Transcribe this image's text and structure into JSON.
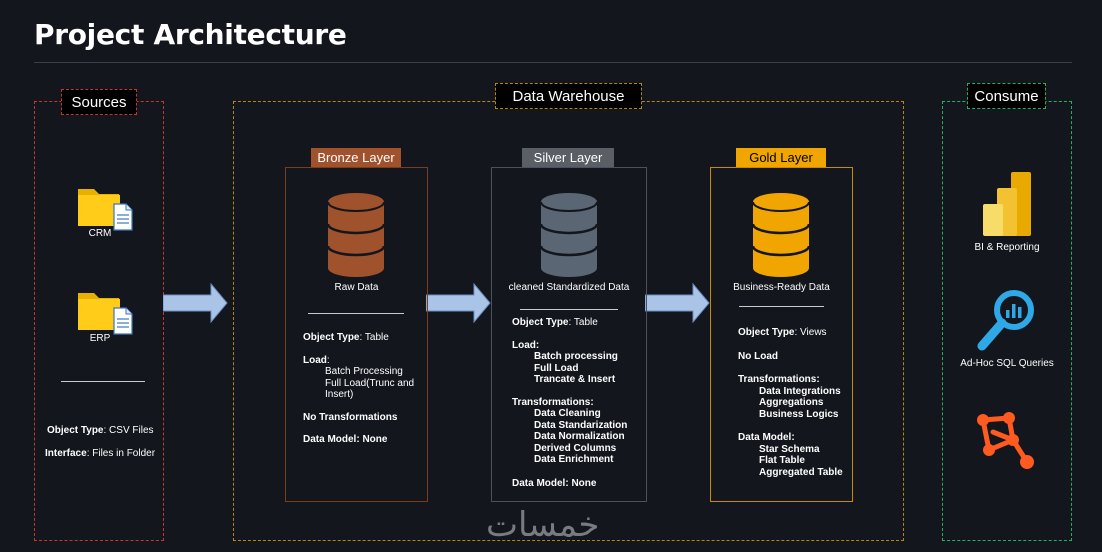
{
  "page": {
    "title": "Project Architecture"
  },
  "colors": {
    "background": "#13161d",
    "sources_border": "#c0392b",
    "warehouse_border": "#b8860b",
    "consume_border": "#27ae60",
    "bronze": "#a0522d",
    "silver": "#5a6673",
    "gold": "#f0a500",
    "arrow": "#a9c4e6"
  },
  "sources": {
    "label": "Sources",
    "crm_label": "CRM",
    "erp_label": "ERP",
    "object_type_key": "Object Type",
    "object_type_value": ": CSV Files",
    "interface_key": "Interface",
    "interface_value": ": Files in Folder"
  },
  "warehouse": {
    "label": "Data Warehouse"
  },
  "bronze": {
    "label": "Bronze Layer",
    "caption": "Raw Data",
    "object_type_key": "Object Type",
    "object_type_value": ": Table",
    "load_key": "Load",
    "load_suffix": ":",
    "load_items": [
      "Batch Processing",
      "Full Load(Trunc and",
      "Insert)"
    ],
    "transformations": "No Transformations",
    "data_model": "Data Model: None"
  },
  "silver": {
    "label": "Silver Layer",
    "caption": "cleaned Standardized Data",
    "object_type_key": "Object Type",
    "object_type_value": ": Table",
    "load_key": "Load:",
    "load_items": [
      "Batch processing",
      "Full Load",
      "Trancate & Insert"
    ],
    "transformations_key": "Transformations:",
    "transformation_items": [
      "Data Cleaning",
      "Data Standarization",
      "Data Normalization",
      "Derived Columns",
      "Data Enrichment"
    ],
    "data_model": "Data Model: None"
  },
  "gold": {
    "label": "Gold Layer",
    "caption": "Business-Ready Data",
    "object_type_key": "Object Type",
    "object_type_value": ": Views",
    "load": "No Load",
    "transformations_key": "Transformations:",
    "transformation_items": [
      "Data Integrations",
      "Aggregations",
      "Business Logics"
    ],
    "data_model_key": "Data Model:",
    "data_model_items": [
      "Star Schema",
      "Flat Table",
      "Aggregated Table"
    ]
  },
  "consume": {
    "label": "Consume",
    "bi_label": "BI & Reporting",
    "sql_label": "Ad-Hoc SQL Queries",
    "ml_icon": "network-graph-icon"
  },
  "watermark": "خمسات"
}
